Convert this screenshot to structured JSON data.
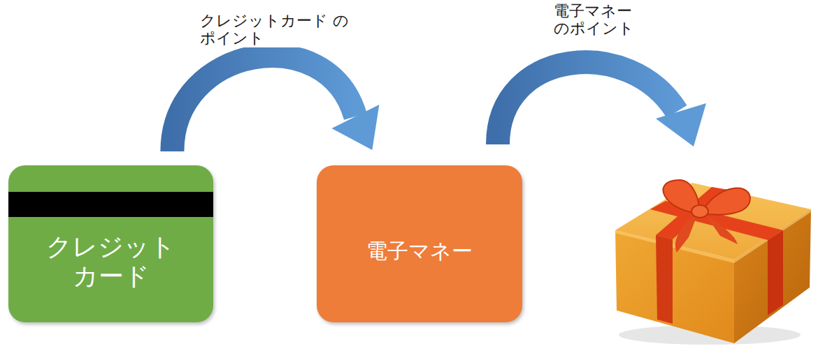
{
  "diagram": {
    "nodes": [
      {
        "text": [
          "クレジット カード"
        ]
      },
      {
        "text": [
          "電子マネー"
        ]
      }
    ],
    "edges": [
      {
        "from": 0,
        "to": 1,
        "arrow": "to",
        "label": "クレジットカード のポイント"
      }
    ],
    "labels": [
      "電子マネー のポイント"
    ]
  }
}
